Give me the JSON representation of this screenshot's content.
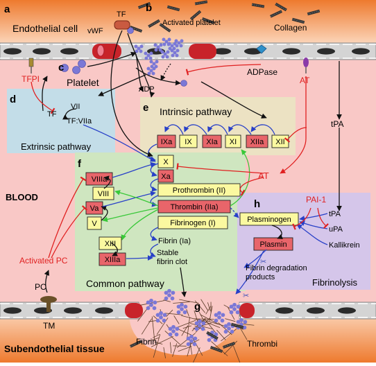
{
  "panels": {
    "a": "a",
    "b": "b",
    "c": "c",
    "d": "d",
    "e": "e",
    "f": "f",
    "g": "g",
    "h": "h"
  },
  "labels": {
    "endothelial_cell": "Endothelial cell",
    "tf_top": "TF",
    "vwf": "vWF",
    "activated_platelet": "Activated platelet",
    "collagen": "Collagen",
    "tfpi": "TFPI",
    "platelet": "Platelet",
    "adp": "ADP",
    "adpase": "ADPase",
    "at_right": "AT",
    "tpa_right": "tPA",
    "blood": "BLOOD",
    "activated_pc": "Activated PC",
    "pc": "PC",
    "tm": "TM",
    "subendothelial": "Subendothelial tissue",
    "fibrin_bottom": "Fibrin",
    "thrombi": "Thrombi",
    "at_mid": "AT"
  },
  "extrinsic": {
    "title": "Extrinsic pathway",
    "vii": "VII",
    "tf": "TF",
    "tfviia": "TF:VIIa"
  },
  "intrinsic": {
    "title": "Intrinsic pathway",
    "ixa": "IXa",
    "ix": "IX",
    "xia": "XIa",
    "xi": "XI",
    "xiia": "XIIa",
    "xii": "XII"
  },
  "common": {
    "title": "Common pathway",
    "x": "X",
    "xa": "Xa",
    "prothrombin": "Prothrombin (II)",
    "thrombin": "Thrombin (IIa)",
    "fibrinogen": "Fibrinogen (I)",
    "fibrin": "Fibrin (Ia)",
    "stable_clot_1": "Stable",
    "stable_clot_2": "fibrin clot",
    "viiia": "VIIIa",
    "viii": "VIII",
    "va": "Va",
    "v": "V",
    "xiii": "XIII",
    "xiiia": "XIIIa"
  },
  "fibrinolysis": {
    "title": "Fibrinolysis",
    "plasminogen": "Plasminogen",
    "plasmin": "Plasmin",
    "pai1": "PAI-1",
    "tpa": "tPA",
    "upa": "uPA",
    "kallikrein": "Kallikrein",
    "fdp_1": "Fibrin degradation",
    "fdp_2": "products"
  },
  "colors": {
    "blood_bg": "#f9c8c6",
    "tissue": "#f08a3c",
    "extrinsic_bg": "#c3dde8",
    "intrinsic_bg": "#ece2c3",
    "common_bg": "#cfe6c0",
    "fibrinolysis_bg": "#d5c6ea",
    "yellow_box": "#fbf9a0",
    "red_box": "#e8656a",
    "inhibitor": "#e02020",
    "activation_blue": "#2840c8",
    "feedback_green": "#38c838",
    "platelet": "#7b78d6"
  }
}
